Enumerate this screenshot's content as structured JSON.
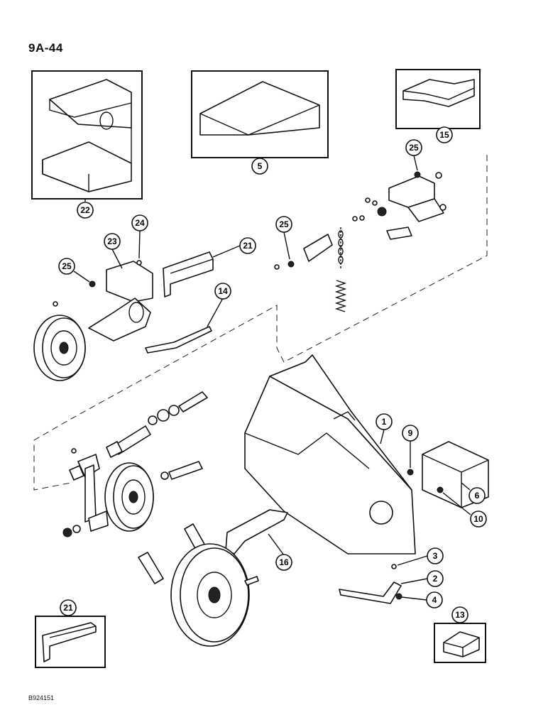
{
  "page": {
    "page_number": "9A-44",
    "reference_code": "B924151"
  },
  "callouts": {
    "c1": "1",
    "c2": "2",
    "c3": "3",
    "c4": "4",
    "c5": "5",
    "c6": "6",
    "c9": "9",
    "c10": "10",
    "c13": "13",
    "c14": "14",
    "c15": "15",
    "c16": "16",
    "c21a": "21",
    "c21b": "21",
    "c22": "22",
    "c23": "23",
    "c24": "24",
    "c25a": "25",
    "c25b": "25",
    "c25c": "25"
  }
}
